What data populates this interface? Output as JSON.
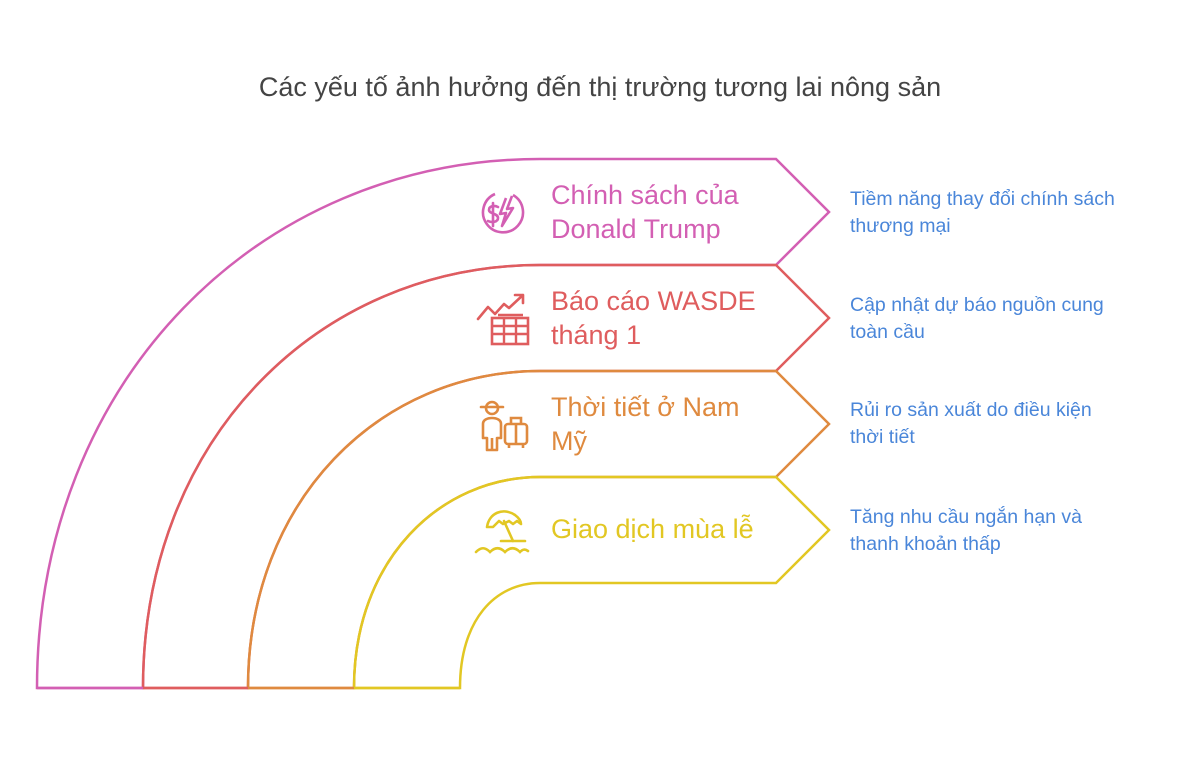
{
  "title": "Các yếu tố ảnh hưởng đến thị trường tương lai nông sản",
  "colors": {
    "pink": "#d35fb3",
    "red": "#df5d5e",
    "orange": "#df8a3f",
    "yellow": "#e2c723",
    "description": "#4a86d9",
    "title": "#444444"
  },
  "bands": [
    {
      "label_line1": "Chính sách của",
      "label_line2": "Donald Trump",
      "icon": "dollar-lightning-icon",
      "color": "#d35fb3",
      "description_line1": "Tiềm năng thay đổi chính sách",
      "description_line2": "thương mại"
    },
    {
      "label_line1": "Báo cáo WASDE",
      "label_line2": "tháng 1",
      "icon": "chart-table-icon",
      "color": "#df5d5e",
      "description_line1": "Cập nhật dự báo nguồn cung",
      "description_line2": "toàn cầu"
    },
    {
      "label_line1": "Thời tiết ở Nam",
      "label_line2": "Mỹ",
      "icon": "traveler-luggage-icon",
      "color": "#df8a3f",
      "description_line1": "Rủi ro sản xuất do điều kiện",
      "description_line2": "thời tiết"
    },
    {
      "label_line1": "Giao dịch mùa lễ",
      "label_line2": "",
      "icon": "beach-umbrella-icon",
      "color": "#e2c723",
      "description_line1": "Tăng nhu cầu ngắn hạn và",
      "description_line2": "thanh khoản thấp"
    }
  ]
}
